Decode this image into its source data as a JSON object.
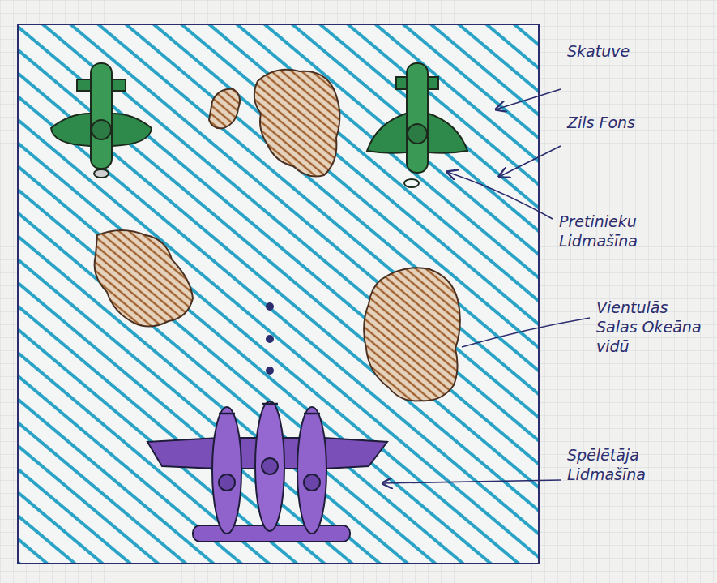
{
  "diagram": {
    "labels": [
      "Skatuve",
      "Zils Fons",
      "Pretinieku Lidmašīna",
      "Vientulās Salas Okeāna vidū",
      "Spēlētāja Lidmašīna"
    ]
  }
}
